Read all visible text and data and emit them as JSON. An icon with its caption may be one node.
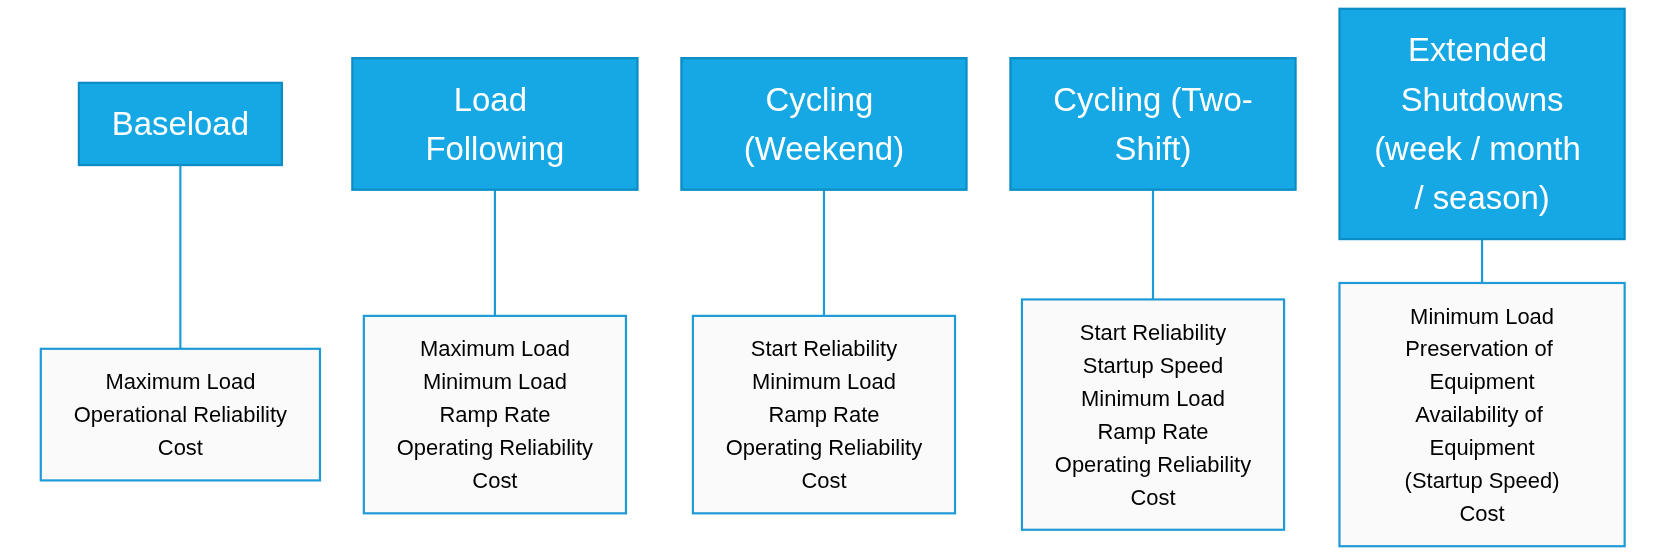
{
  "diagram": {
    "nodes": [
      {
        "text": [
          "Baseload"
        ]
      },
      {
        "text": [
          "Maximum Load",
          "Operational Reliability",
          "Cost"
        ]
      },
      {
        "text": [
          "Load Following"
        ]
      },
      {
        "text": [
          "Maximum Load",
          "Minimum Load",
          "Ramp Rate",
          "Operating Reliability",
          "Cost"
        ]
      },
      {
        "text": [
          "Cycling (Weekend)"
        ]
      },
      {
        "text": [
          "Start Reliability",
          "Minimum Load",
          "Ramp Rate",
          "Operating Reliability",
          "Cost"
        ]
      },
      {
        "text": [
          "Cycling (Two-Shift)"
        ]
      },
      {
        "text": [
          "Start Reliability",
          "Startup Speed",
          "Minimum Load",
          "Ramp Rate",
          "Operating Reliability",
          "Cost"
        ]
      },
      {
        "text": [
          "Extended Shutdowns",
          "(week / month / season)"
        ]
      },
      {
        "text": [
          "Minimum Load",
          "Preservation of Equipment",
          "Availability of Equipment",
          "(Startup Speed)",
          "Cost"
        ]
      }
    ],
    "edges": [
      {
        "from": 0,
        "to": 1,
        "arrow": "none"
      },
      {
        "from": 2,
        "to": 3,
        "arrow": "none"
      },
      {
        "from": 4,
        "to": 5,
        "arrow": "none"
      },
      {
        "from": 6,
        "to": 7,
        "arrow": "none"
      },
      {
        "from": 8,
        "to": 9,
        "arrow": "none"
      }
    ]
  }
}
